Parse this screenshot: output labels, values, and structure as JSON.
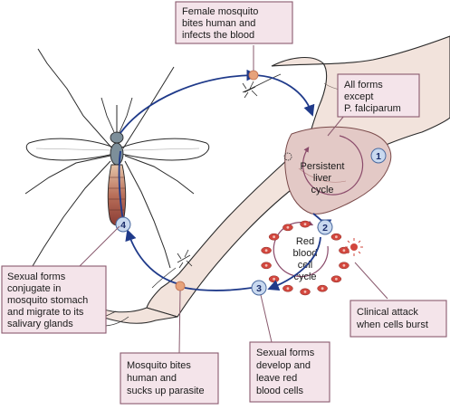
{
  "labels": {
    "female_mosquito": [
      "Female mosquito",
      "bites human and",
      "infects the blood"
    ],
    "all_forms": [
      "All forms",
      "except",
      "P. falciparum"
    ],
    "sexual_conjugate": [
      "Sexual forms",
      "conjugate in",
      "mosquito stomach",
      "and migrate to its",
      "salivary glands"
    ],
    "clinical_attack": [
      "Clinical attack",
      "when cells burst"
    ],
    "mosquito_bites": [
      "Mosquito bites",
      "human and",
      "sucks up parasite"
    ],
    "sexual_develop": [
      "Sexual forms",
      "develop and",
      "leave red",
      "blood cells"
    ]
  },
  "cycles": {
    "liver": [
      "Persistent",
      "liver",
      "cycle"
    ],
    "rbc": [
      "Red",
      "blood",
      "cell",
      "cycle"
    ]
  },
  "stages": {
    "s1": "1",
    "s2": "2",
    "s3": "3",
    "s4": "4"
  },
  "colors": {
    "arrow": "#1f3a8a",
    "box_fill": "#f4e4ea",
    "box_stroke": "#8a5a6e",
    "liver": "#e3c9c6",
    "cell": "#d2473e",
    "marker": "#e7a27a",
    "stage_fill": "#c9d9ef"
  }
}
